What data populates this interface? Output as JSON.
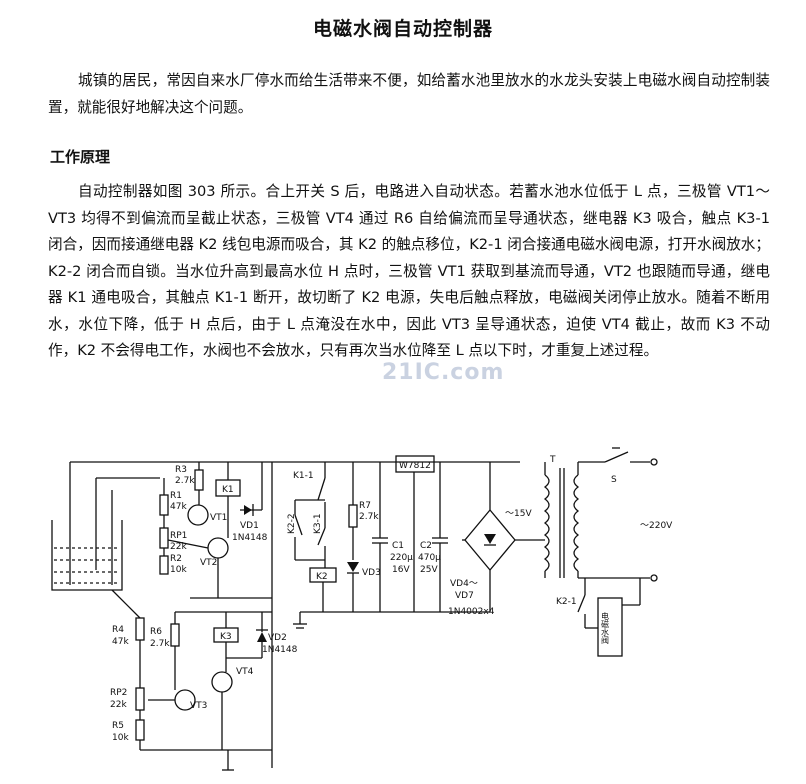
{
  "title": "电磁水阀自动控制器",
  "intro": "城镇的居民，常因自来水厂停水而给生活带来不便，如给蓄水池里放水的水龙头安装上电磁水阀自动控制装置，就能很好地解决这个问题。",
  "section_heading": "工作原理",
  "body": "自动控制器如图 303 所示。合上开关 S 后，电路进入自动状态。若蓄水池水位低于 L 点，三极管 VT1～VT3 均得不到偏流而呈截止状态，三极管 VT4 通过 R6 自给偏流而呈导通状态，继电器 K3 吸合，触点 K3-1 闭合，因而接通继电器 K2 线包电源而吸合，其 K2 的触点移位，K2-1 闭合接通电磁水阀电源，打开水阀放水；K2-2 闭合而自锁。当水位升高到最高水位 H 点时，三极管 VT1 获取到基流而导通，VT2 也跟随而导通，继电器 K1 通电吸合，其触点 K1-1 断开，故切断了 K2 电源，失电后触点释放，电磁阀关闭停止放水。随着不断用水，水位下降，低于 H 点后，由于 L 点淹没在水中，因此 VT3 呈导通状态，迫使 VT4 截止，故而 K3 不动作，K2 不会得电工作，水阀也不会放水，只有再次当水位降至 L 点以下时，才重复上述过程。",
  "watermark": "21IC.com",
  "schematic": {
    "labels": {
      "r3": "R3",
      "r3v": "2.7k",
      "r1": "R1",
      "r1v": "47k",
      "rp1": "RP1",
      "rp1v": "22k",
      "r2": "R2",
      "r2v": "10k",
      "vt1": "VT1",
      "vt2": "VT2",
      "k1": "K1",
      "vd1": "VD1",
      "vd1t": "1N4148",
      "k12": "K1-1",
      "k22": "K2-2",
      "k31": "K3-1",
      "k2": "K2",
      "r7": "R7",
      "r7v": "2.7k",
      "vd3": "VD3",
      "reg": "W7812",
      "c1": "C1",
      "c1v": "220μ",
      "c1u": "16V",
      "c2": "C2",
      "c2v": "470μ",
      "c2u": "25V",
      "vd4": "VD4～",
      "vd7": "VD7",
      "vdt": "1N4002x4",
      "t": "T",
      "s": "S",
      "v15": "～15V",
      "v220": "～220V",
      "k21": "K2-1",
      "valve": "电磁水阀",
      "r4": "R4",
      "r4v": "47k",
      "r6": "R6",
      "r6v": "2.7k",
      "k3": "K3",
      "vd2": "VD2",
      "vd2t": "1N4148",
      "vt4": "VT4",
      "vt3": "VT3",
      "rp2": "RP2",
      "rp2v": "22k",
      "r5": "R5",
      "r5v": "10k"
    }
  }
}
